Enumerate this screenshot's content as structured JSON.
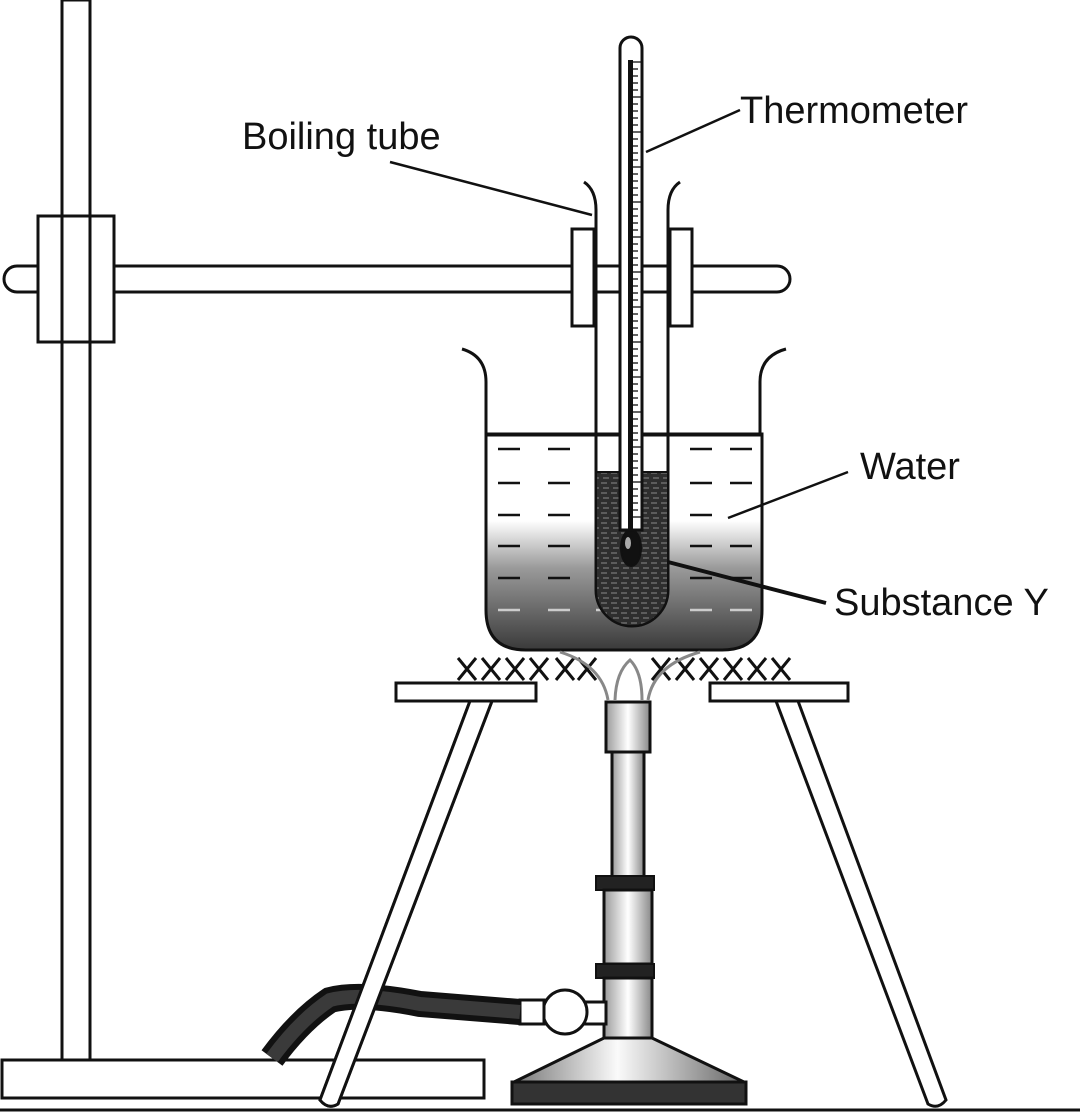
{
  "labels": {
    "thermometer": "Thermometer",
    "boiling_tube": "Boiling tube",
    "water": "Water",
    "substance_y": "Substance Y"
  },
  "colors": {
    "line": "#111111",
    "fill": "#ffffff",
    "substance": "#2e2e2e",
    "water_dark": "#3a3a3a",
    "hose": "#1a1a1a"
  }
}
